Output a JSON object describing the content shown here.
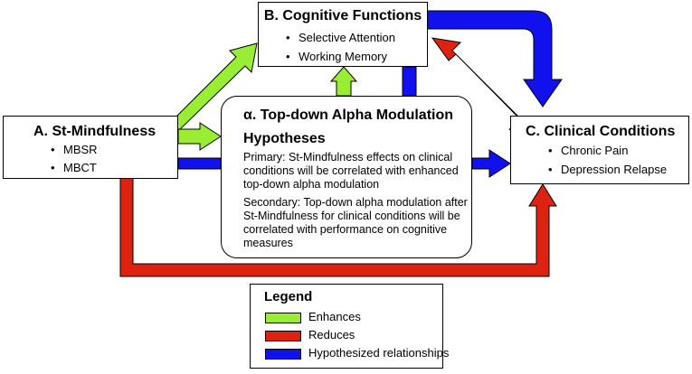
{
  "colors": {
    "enhances": "#99ee33",
    "reduces": "#dd2211",
    "hypothesized": "#1111ee",
    "outline": "#000000"
  },
  "nodes": {
    "cognitive": {
      "title": "B. Cognitive Functions",
      "items": [
        "Selective Attention",
        "Working Memory"
      ]
    },
    "mindfulness": {
      "title": "A. St-Mindfulness",
      "items": [
        "MBSR",
        "MBCT"
      ]
    },
    "clinical": {
      "title": "C. Clinical Conditions",
      "items": [
        "Chronic Pain",
        "Depression Relapse"
      ]
    },
    "alpha": {
      "title": "α. Top-down Alpha Modulation",
      "subtitle": "Hypotheses",
      "primary": "Primary: St-Mindfulness effects on clinical conditions will be correlated with enhanced top-down alpha modulation",
      "secondary": "Secondary: Top-down alpha modulation after St-Mindfulness for clinical conditions will be correlated with performance on cognitive measures"
    }
  },
  "legend": {
    "title": "Legend",
    "items": [
      {
        "label": "Enhances",
        "color": "#99ee33"
      },
      {
        "label": "Reduces",
        "color": "#dd2211"
      },
      {
        "label": "Hypothesized relationships",
        "color": "#1111ee"
      }
    ]
  },
  "relationships": [
    {
      "from": "mindfulness",
      "to": "cognitive",
      "type": "enhances"
    },
    {
      "from": "mindfulness",
      "to": "alpha",
      "type": "enhances"
    },
    {
      "from": "alpha",
      "to": "cognitive",
      "type": "enhances"
    },
    {
      "from": "mindfulness",
      "to": "clinical",
      "type": "hypothesized"
    },
    {
      "from": "cognitive",
      "to": "clinical",
      "type": "hypothesized"
    },
    {
      "from": "clinical",
      "to": "cognitive",
      "type": "reduces"
    },
    {
      "from": "mindfulness",
      "to": "clinical",
      "type": "reduces"
    }
  ]
}
